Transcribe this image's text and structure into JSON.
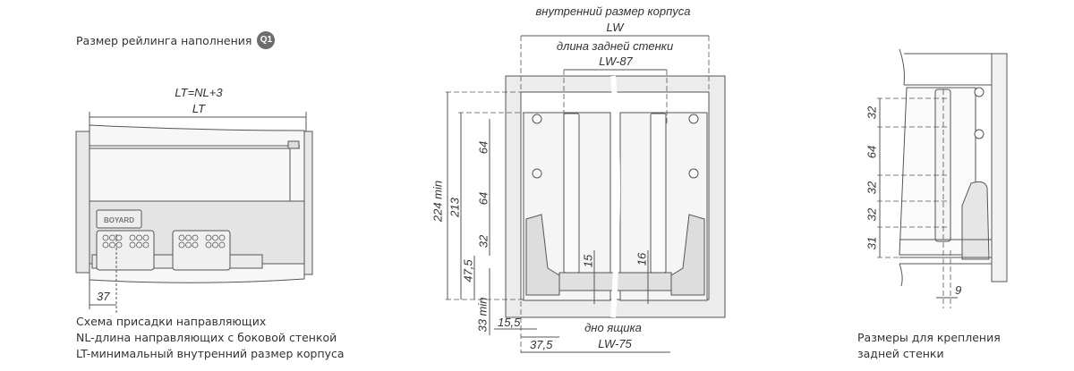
{
  "left": {
    "title": "Размер рейлинга наполнения",
    "title_icon": "Q1-badge-icon",
    "formula": "LT=NL+3",
    "lt_label": "LT",
    "offset_37": "37",
    "logo_text": "BOYARD",
    "captions": [
      "Схема присадки направляющих",
      "NL-длина направляющих с боковой стенкой",
      "LT-минимальный внутренний размер корпуса"
    ]
  },
  "middle": {
    "inner_size_label": "внутренний размер корпуса",
    "lw": "LW",
    "back_wall_label": "длина задней стенки",
    "lw87": "LW-87",
    "bottom_label": "дно ящика",
    "lw75": "LW-75",
    "dims": {
      "h224": "224 min",
      "h213": "213",
      "d64a": "64",
      "d64b": "64",
      "d32": "32",
      "d47": "47,5",
      "d33": "33 min",
      "d15_5": "15,5",
      "d37_5": "37,5",
      "d15": "15",
      "d16": "16"
    }
  },
  "right": {
    "dims": [
      "32",
      "64",
      "32",
      "32",
      "31"
    ],
    "d9": "9",
    "captions": [
      "Размеры для крепления",
      "задней стенки"
    ]
  }
}
